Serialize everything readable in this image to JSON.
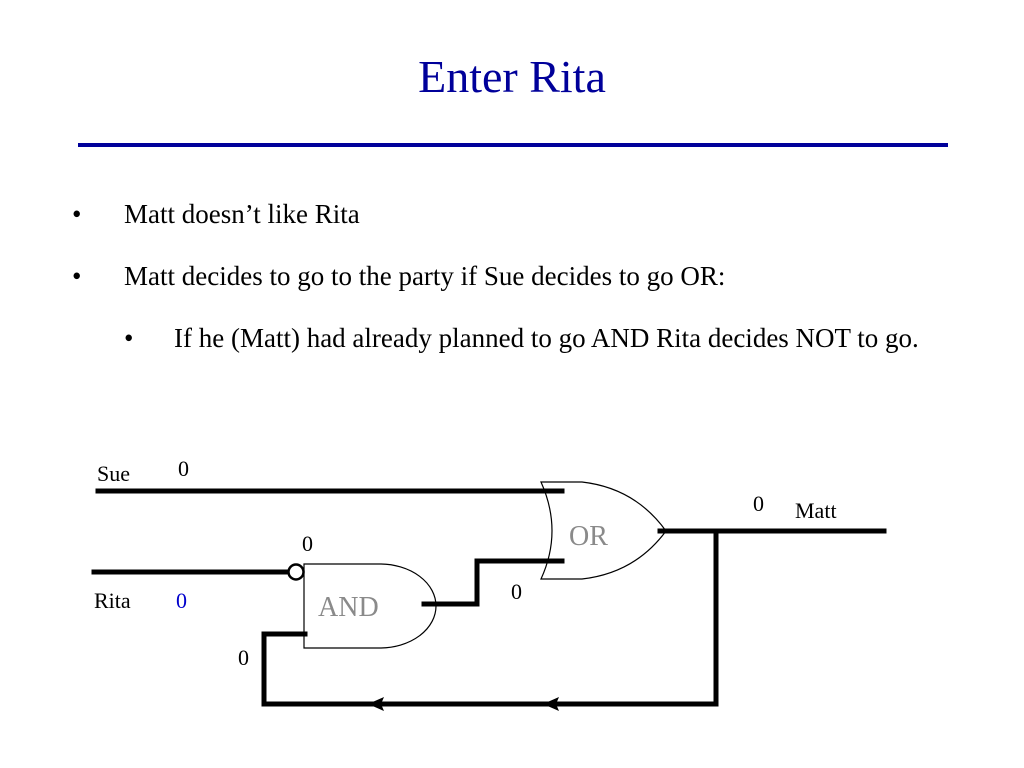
{
  "slide": {
    "title": "Enter Rita",
    "bullets": [
      {
        "marker": "•",
        "text": "Matt doesn’t like Rita"
      },
      {
        "marker": "•",
        "text": "Matt decides to go to the party if Sue decides to go OR:"
      }
    ],
    "sub_bullets": [
      {
        "marker": "•",
        "text": "If he (Matt) had already planned to go AND Rita decides NOT to go."
      }
    ]
  },
  "diagram": {
    "inputs": {
      "sue_label": "Sue",
      "rita_label": "Rita"
    },
    "output": {
      "matt_label": "Matt"
    },
    "gates": {
      "and_label": "AND",
      "or_label": "OR"
    },
    "values": {
      "sue": "0",
      "rita": "0",
      "and_top_input": "0",
      "and_feedback_input": "0",
      "and_output": "0",
      "matt": "0"
    },
    "colors": {
      "title": "#00009a",
      "rita_value": "#0000cc",
      "gate_label": "#8a8a8a",
      "wire": "#000000"
    }
  }
}
